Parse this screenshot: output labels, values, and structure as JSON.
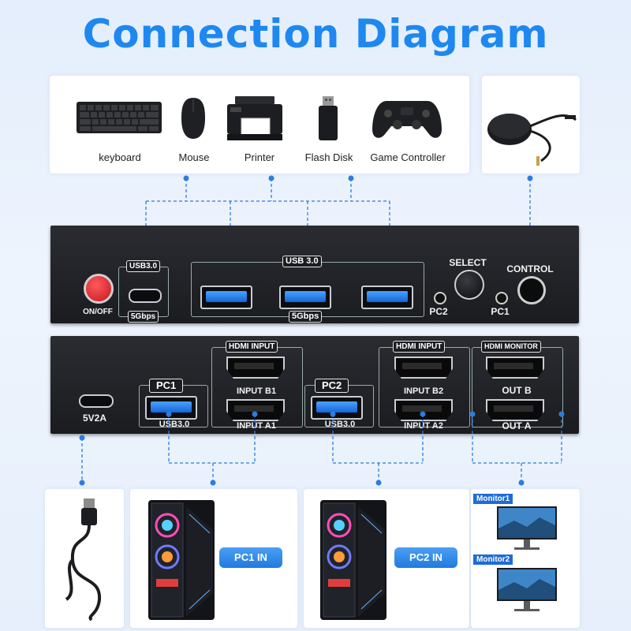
{
  "title": "Connection Diagram",
  "devices": {
    "keyboard": "keyboard",
    "mouse": "Mouse",
    "printer": "Printer",
    "flash_disk": "Flash Disk",
    "game_controller": "Game Controller"
  },
  "front_panel": {
    "on_off": "ON/OFF",
    "usb_c_label": "USB3.0",
    "usb_c_speed": "5Gbps",
    "usb_a_label": "USB 3.0",
    "usb_a_speed": "5Gbps",
    "select": "SELECT",
    "control": "CONTROL",
    "pc2": "PC2",
    "pc1": "PC1"
  },
  "rear_panel": {
    "power": "5V2A",
    "pc1": "PC1",
    "pc2": "PC2",
    "usb1": "USB3.0",
    "usb2": "USB3.0",
    "hdmi_input_1": "HDMI INPUT",
    "hdmi_input_2": "HDMI INPUT",
    "hdmi_monitor": "HDMI MONITOR",
    "input_b1": "INPUT B1",
    "input_a1": "INPUT A1",
    "input_b2": "INPUT B2",
    "input_a2": "INPUT A2",
    "out_b": "OUT B",
    "out_a": "OUT A"
  },
  "bottom": {
    "pc1_in": "PC1 IN",
    "pc2_in": "PC2 IN",
    "monitor1": "Monitor1",
    "monitor2": "Monitor2"
  },
  "colors": {
    "accent": "#1e88f0",
    "line": "#2b7de0",
    "panel": "#1e1f23",
    "button_red": "#e3262c"
  }
}
